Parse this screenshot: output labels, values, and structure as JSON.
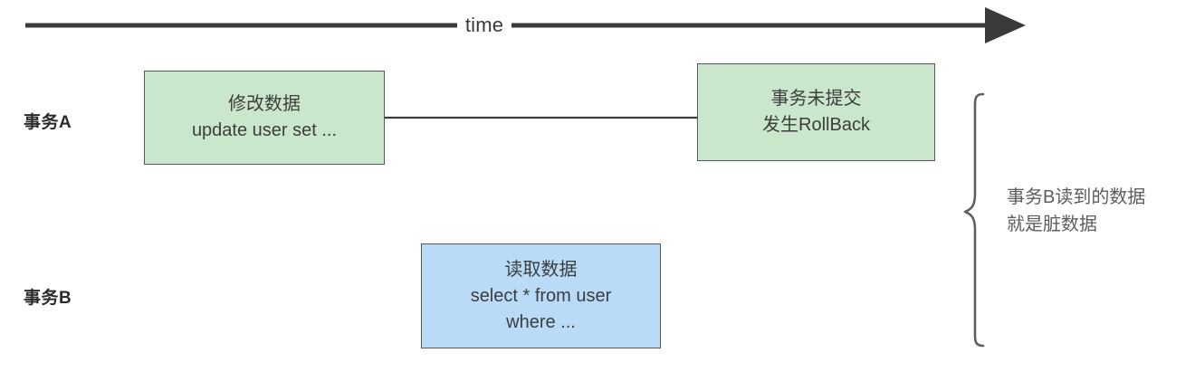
{
  "diagram": {
    "title_axis": "time",
    "axis": {
      "label": "time",
      "direction": "left-to-right",
      "color": "#3a3a3a"
    },
    "lanes": [
      {
        "id": "a",
        "label": "事务A"
      },
      {
        "id": "b",
        "label": "事务B"
      }
    ],
    "nodes": [
      {
        "id": "update",
        "lane": "a",
        "fill": "#cbe7cb",
        "stroke": "#59595b",
        "lines": [
          "修改数据",
          "update user set ..."
        ]
      },
      {
        "id": "rollback",
        "lane": "a",
        "fill": "#cbe7cb",
        "stroke": "#59595b",
        "lines": [
          "事务未提交",
          "发生RollBack"
        ]
      },
      {
        "id": "select",
        "lane": "b",
        "fill": "#b9dbf8",
        "stroke": "#59595b",
        "lines": [
          "读取数据",
          "select * from user",
          "where ..."
        ]
      }
    ],
    "annotation": {
      "brace_color": "#606060",
      "lines": [
        "事务B读到的数据",
        "就是脏数据"
      ]
    }
  }
}
